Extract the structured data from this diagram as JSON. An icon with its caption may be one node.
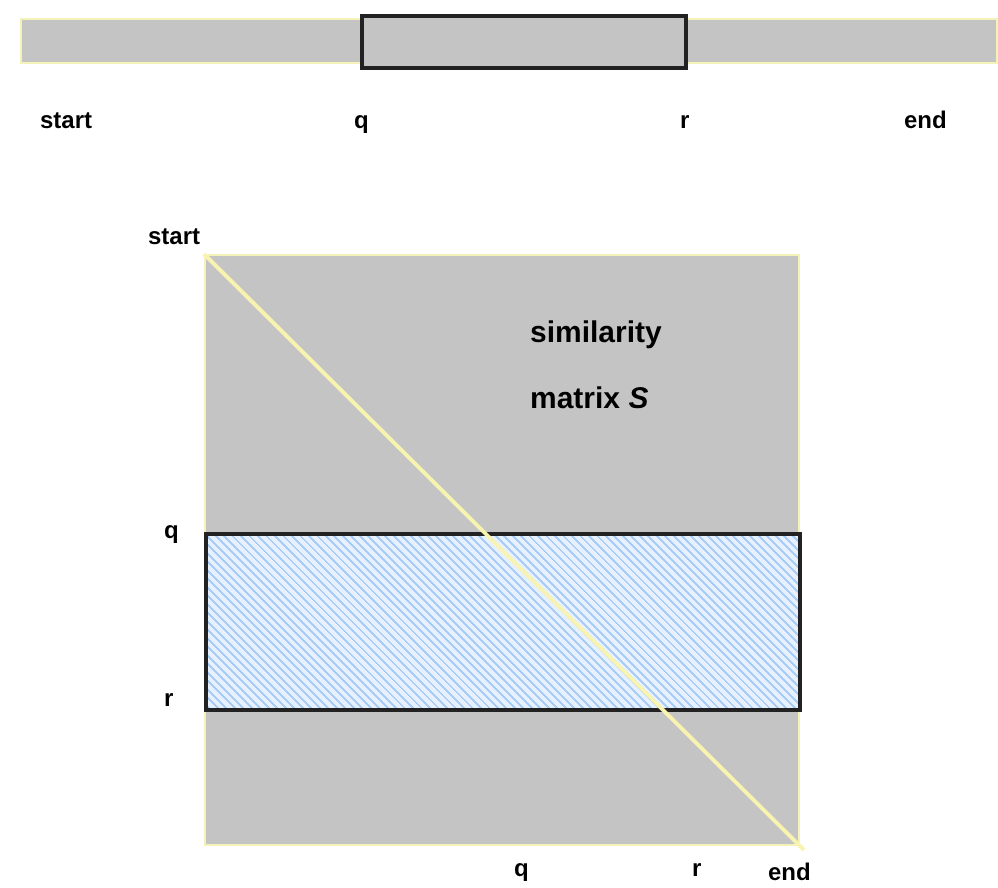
{
  "diagram": {
    "nodes": [
      {
        "text": [],
        "shape": "bar"
      },
      {
        "text": [],
        "shape": "box",
        "in": 0
      },
      {
        "text": [
          "similarity matrix *S*"
        ]
      },
      {
        "text": [],
        "shape": "box",
        "in": 2
      }
    ],
    "edges": [],
    "labels": [
      "start",
      "q",
      "r",
      "end",
      "start",
      "q",
      "r",
      "q",
      "r",
      "end"
    ]
  }
}
